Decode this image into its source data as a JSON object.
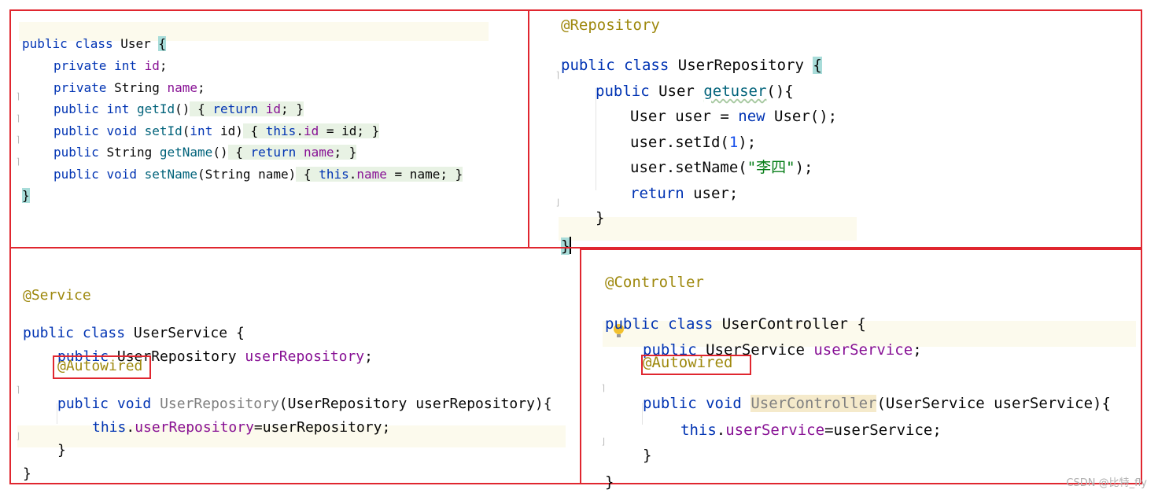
{
  "watermark": "CSDN @比特_fly",
  "user": {
    "l1": {
      "public": "public",
      "class": "class",
      "name": "User",
      "brace": "{"
    },
    "l2": {
      "private": "private",
      "type": "int",
      "field": "id",
      "end": ";"
    },
    "l3": {
      "private": "private",
      "type": "String",
      "field": "name",
      "end": ";"
    },
    "l4": {
      "public": "public",
      "type": "int",
      "method": "getId",
      "sig": "()",
      "ob": "{",
      "ret": "return",
      "field": "id",
      "semi": ";",
      "cb": "}"
    },
    "l5": {
      "public": "public",
      "type": "void",
      "method": "setId",
      "open": "(",
      "ptype": "int",
      "pname": " id)",
      "ob": "{",
      "this": "this",
      "dot": ".",
      "field": "id",
      "rest": " = id;",
      "cb": "}"
    },
    "l6": {
      "public": "public",
      "type": "String",
      "method": "getName",
      "sig": "()",
      "ob": "{",
      "ret": "return",
      "field": "name",
      "semi": ";",
      "cb": "}"
    },
    "l7": {
      "public": "public",
      "type": "void",
      "method": "setName",
      "sig": "(String name)",
      "ob": "{",
      "this": "this",
      "dot": ".",
      "field": "name",
      "rest": " = name;",
      "cb": "}"
    },
    "l8": {
      "brace": "}"
    }
  },
  "repository": {
    "l1": {
      "ann": "@Repository"
    },
    "l2": {
      "public": "public",
      "class": "class",
      "name": "UserRepository",
      "brace": "{"
    },
    "l3": {
      "public": "public",
      "type": "User",
      "method": "getuser",
      "sig": "(){"
    },
    "l4": {
      "code": "User user = ",
      "new": "new",
      "rest": " User();"
    },
    "l5": {
      "code": "user.setId(",
      "num": "1",
      "rest": ");"
    },
    "l6": {
      "code": "user.setName(",
      "str": "\"李四\"",
      "rest": ");"
    },
    "l7": {
      "ret": "return",
      "rest": " user;"
    },
    "l8": {
      "brace": "}"
    },
    "l9": {
      "brace": "}"
    }
  },
  "service": {
    "l1": {
      "ann": "@Service"
    },
    "l2": {
      "public": "public",
      "class": "class",
      "rest": " UserService {"
    },
    "l3": {
      "public": "public",
      "type": " UserRepository ",
      "field": "userRepository",
      "end": ";"
    },
    "l4": {
      "ann": "@Autowired"
    },
    "l5": {
      "public": "public",
      "type": "void",
      "ctor": "UserRepository",
      "rest": "(UserRepository userRepository){"
    },
    "l6": {
      "this": "this",
      "dot": ".",
      "field": "userRepository",
      "rest": "=userRepository;"
    },
    "l7": {
      "brace": "}"
    },
    "l8": {
      "brace": "}"
    }
  },
  "controller": {
    "l1": {
      "ann": "@Controller"
    },
    "l2": {
      "public": "public",
      "class": "class",
      "rest": " UserController {"
    },
    "l3": {
      "public": "public",
      "type": " UserService ",
      "field": "userService",
      "end": ";"
    },
    "l4": {
      "ann": "@Autowired"
    },
    "l5": {
      "public": "public",
      "type": "void",
      "ctor": "UserController",
      "rest": "(UserService userService){"
    },
    "l6": {
      "this": "this",
      "dot": ".",
      "field": "userService",
      "rest": "=userService;"
    },
    "l7": {
      "brace": "}"
    },
    "l8": {
      "brace": "}"
    }
  }
}
